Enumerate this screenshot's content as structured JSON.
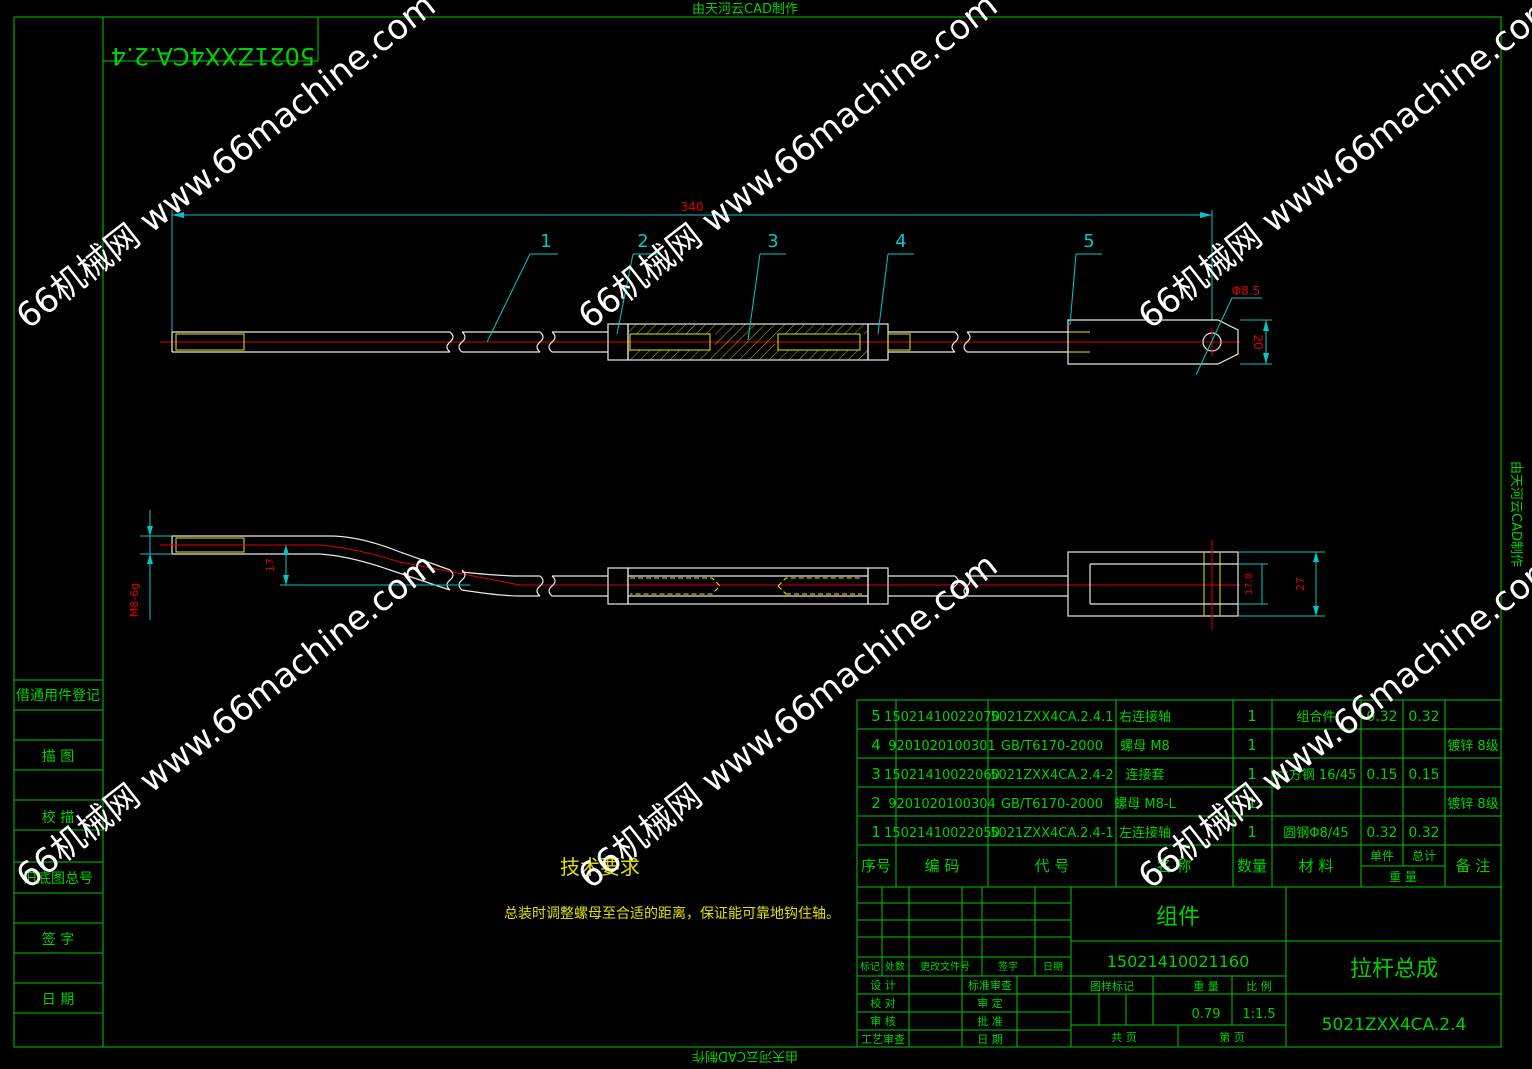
{
  "frame": {
    "top_banner": "由天河云CAD制作",
    "right_banner": "由天河云CAD制作",
    "bottom_banner": "由天河云CAD制作",
    "corner_code": "5021ZXX4CA.2.4"
  },
  "left_panel": {
    "items": [
      "借通用件登记",
      "描 图",
      "校 描",
      "旧底图总号",
      "签 字",
      "日 期"
    ]
  },
  "balloons": [
    "1",
    "2",
    "3",
    "4",
    "5"
  ],
  "dimensions": {
    "overall_length": "340",
    "hole_dia": "Φ8.5",
    "clevis_height": "20",
    "offset": "17",
    "thread": "M8-6g",
    "fork_width": "27",
    "slot_width": "17.8"
  },
  "technical_requirements": {
    "title": "技术要求",
    "text": "总装时调整螺母至合适的距离，保证能可靠地钩住轴。"
  },
  "bom": {
    "headers": [
      "序号",
      "编 码",
      "代 号",
      "名 称",
      "数量",
      "材 料",
      "单件",
      "总计",
      "备 注"
    ],
    "weight_label": "重 量",
    "rows": [
      {
        "no": "5",
        "code": "15021410022070",
        "drawing": "5021ZXX4CA.2.4.1",
        "name": "右连接轴",
        "qty": "1",
        "material": "组合件",
        "unit": "0.32",
        "total": "0.32",
        "note": ""
      },
      {
        "no": "4",
        "code": "9201020100301",
        "drawing": "GB/T6170-2000",
        "name": "螺母 M8",
        "qty": "1",
        "material": "",
        "unit": "",
        "total": "",
        "note": "镀锌 8级"
      },
      {
        "no": "3",
        "code": "15021410022060",
        "drawing": "5021ZXX4CA.2.4-2",
        "name": "连接套",
        "qty": "1",
        "material": "六方钢 16/45",
        "unit": "0.15",
        "total": "0.15",
        "note": ""
      },
      {
        "no": "2",
        "code": "9201020100304",
        "drawing": "GB/T6170-2000",
        "name": "螺母 M8-L",
        "qty": "1",
        "material": "",
        "unit": "",
        "total": "",
        "note": "镀锌 8级"
      },
      {
        "no": "1",
        "code": "15021410022050",
        "drawing": "5021ZXX4CA.2.4-1",
        "name": "左连接轴",
        "qty": "1",
        "material": "圆钢Φ8/45",
        "unit": "0.32",
        "total": "0.32",
        "note": ""
      }
    ]
  },
  "title_block": {
    "category": "组件",
    "part_code": "15021410021160",
    "title": "拉杆总成",
    "drawing_no": "5021ZXX4CA.2.4",
    "stage_label": "图样标记",
    "weight_label": "重 量",
    "scale_label": "比 例",
    "weight_value": "0.79",
    "scale_value": "1:1.5",
    "total_sheets_label": "共 页",
    "sheet_label": "第 页",
    "rev_headers": [
      "标记",
      "处数",
      "更改文件号",
      "签字",
      "日期"
    ],
    "sign_labels": [
      "设 计",
      "校 对",
      "审 核",
      "工艺审查"
    ],
    "approve_labels": [
      "标准审查",
      "审 定",
      "批 准",
      "日 期"
    ]
  },
  "watermark": "66机械网 www.66machine.com"
}
